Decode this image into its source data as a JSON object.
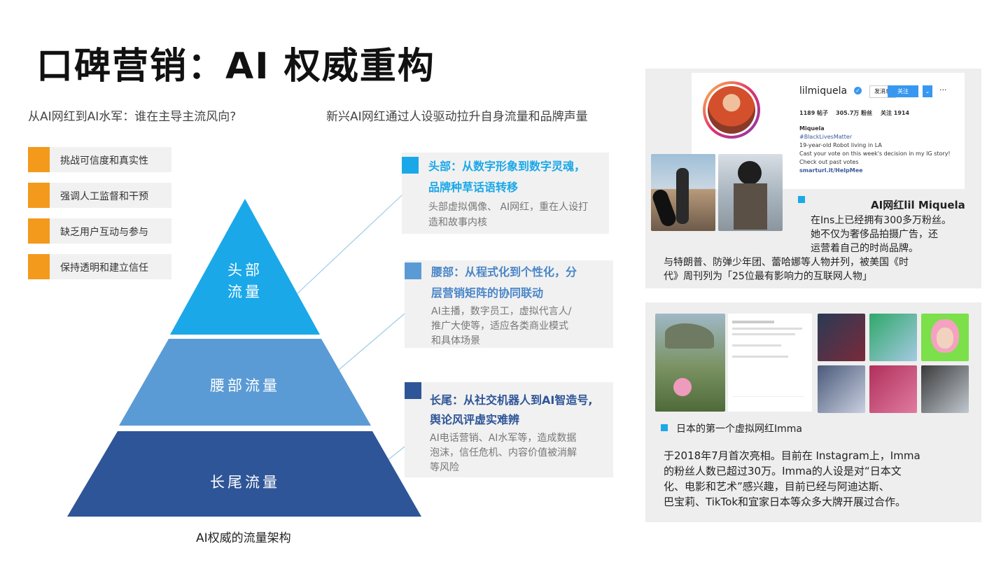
{
  "title": "口碑营销：AI 权威重构",
  "left_subtitle": "从AI网红到AI水军：谁在主导主流风向?",
  "mid_subtitle": "新兴AI网红通过人设驱动拉升自身流量和品牌声量",
  "tags": [
    "挑战可信度和真实性",
    "强调人工监督和干预",
    "缺乏用户互动与参与",
    "保持透明和建立信任"
  ],
  "pyramid": {
    "top_label_1": "头部",
    "top_label_2": "流量",
    "mid_label": "腰部流量",
    "bottom_label": "长尾流量",
    "caption": "AI权威的流量架构"
  },
  "boxes": {
    "head": {
      "title_1": "头部：从数字形象到数字灵魂，",
      "title_2": "品牌种草话语转移",
      "body_1": "头部虚拟偶像、 AI网红，重在人设打",
      "body_2": "造和故事内核"
    },
    "waist": {
      "title_1": "腰部：从程式化到个性化，分",
      "title_2": "层营销矩阵的协同联动",
      "body_1": "AI主播，数字员工，虚拟代言人/",
      "body_2": "推广大使等，适应各类商业模式",
      "body_3": "和具体场景"
    },
    "tail": {
      "title_1": "长尾：从社交机器人到AI智造号,",
      "title_2": "舆论风评虚实难辨",
      "body_1": "AI电话营销、AI水军等，造成数据",
      "body_2": "泡沫，信任危机、内容价值被消解",
      "body_3": "等风险"
    }
  },
  "instagram": {
    "username": "lilmiquela",
    "btn_message": "发消息",
    "btn_follow": "关注",
    "more": "···",
    "stats": [
      "1189 帖子",
      "305.7万 粉丝",
      "关注 1914"
    ],
    "name": "Miquela",
    "bio": [
      "#BlackLivesMatter",
      "19-year-old Robot living in LA",
      "Cast your vote on this week's decision in my IG story!",
      "Check out past votes",
      "smarturl.it/HelpMee"
    ]
  },
  "miquela": {
    "heading": "AI网红lil Miquela",
    "lines": [
      "在Ins上已经拥有300多万粉丝。",
      "她不仅为奢侈品拍摄广告，还",
      "运营着自己的时尚品牌。",
      "与特朗普、防弹少年团、蕾哈娜等人物并列，被美国《时",
      "代》周刊列为「25位最有影响力的互联网人物」"
    ]
  },
  "imma": {
    "heading": "日本的第一个虚拟网红Imma",
    "lines": [
      "于2018年7月首次亮相。目前在 Instagram上，Imma",
      "的粉丝人数已超过30万。Imma的人设是对“日本文",
      "化、电影和艺术”感兴趣，目前已经与阿迪达斯、",
      "巴宝莉、TikTok和宜家日本等众多大牌开展过合作。"
    ]
  },
  "colors": {
    "orange": "#f39a1c",
    "top": "#1aa8e8",
    "mid": "#5b9bd5",
    "bottom": "#2e5597"
  }
}
